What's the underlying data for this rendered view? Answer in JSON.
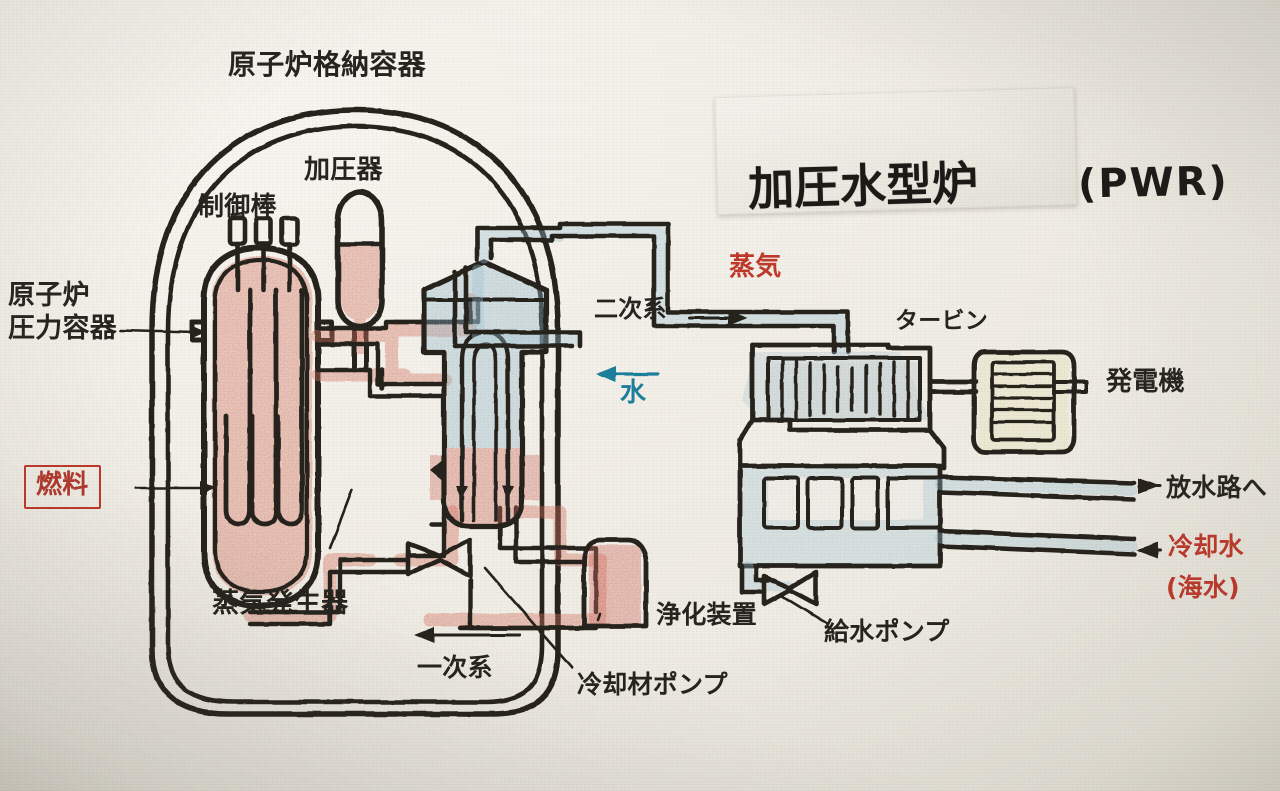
{
  "title": {
    "main": "加圧水型炉",
    "paren": "(PWR)",
    "tape_name": "title-tape"
  },
  "labels": {
    "containment": "原子炉格納容器",
    "control_rod": "制御棒",
    "pressurizer": "加圧器",
    "reactor_pressure_vessel": "原子炉\n圧力容器",
    "fuel": "燃料",
    "steam_generator": "蒸気発生器",
    "primary_system": "一次系",
    "secondary_system": "二次系",
    "steam": "蒸気",
    "water": "水",
    "turbine": "タービン",
    "generator": "発電機",
    "purification_device": "浄化装置",
    "coolant_pump": "冷却材ポンプ",
    "feedwater_pump": "給水ポンプ",
    "discharge_channel": "放水路へ",
    "cooling_water": "冷却水",
    "cooling_water_sub": "(海水)"
  },
  "colors": {
    "ink": "#26241f",
    "hot_leg_red": "#d9786c",
    "fuel_red": "#cf6a5d",
    "steam_blue": "#8fb6c9",
    "water_blue": "#9dc2d3",
    "generator_yellow": "#e8e0b4",
    "red_text": "#c0392b",
    "blue_text": "#1d7f9c",
    "paper": "#f2efe8"
  },
  "diagram": {
    "type": "hand-drawn schematic",
    "subject": "Pressurized Water Reactor (PWR) nuclear power plant",
    "components": [
      {
        "name": "containment-vessel",
        "desc": "double-line rounded dome enclosure"
      },
      {
        "name": "reactor-pressure-vessel",
        "desc": "red-filled capsule with control rods and fuel rods"
      },
      {
        "name": "pressurizer",
        "desc": "small red-filled vertical capsule"
      },
      {
        "name": "steam-generator",
        "desc": "blue upper body with red lower plenum and U-tubes"
      },
      {
        "name": "coolant-pump",
        "desc": "bowtie pump symbol on primary loop"
      },
      {
        "name": "purification-device",
        "desc": "red-filled tank on primary loop"
      },
      {
        "name": "turbine",
        "desc": "bladed rotor on secondary steam line"
      },
      {
        "name": "generator",
        "desc": "yellow box with coil windings on turbine shaft"
      },
      {
        "name": "condenser",
        "desc": "blue box with tube openings, seawater in/out"
      },
      {
        "name": "feedwater-pump",
        "desc": "bowtie pump symbol on condensate return line"
      }
    ],
    "flows": [
      {
        "loop": "primary",
        "color": "red",
        "label": "一次系"
      },
      {
        "loop": "secondary",
        "color": "blue",
        "label": "二次系"
      },
      {
        "loop": "cooling",
        "color": "blue",
        "label": "冷却水 (海水)"
      }
    ]
  }
}
